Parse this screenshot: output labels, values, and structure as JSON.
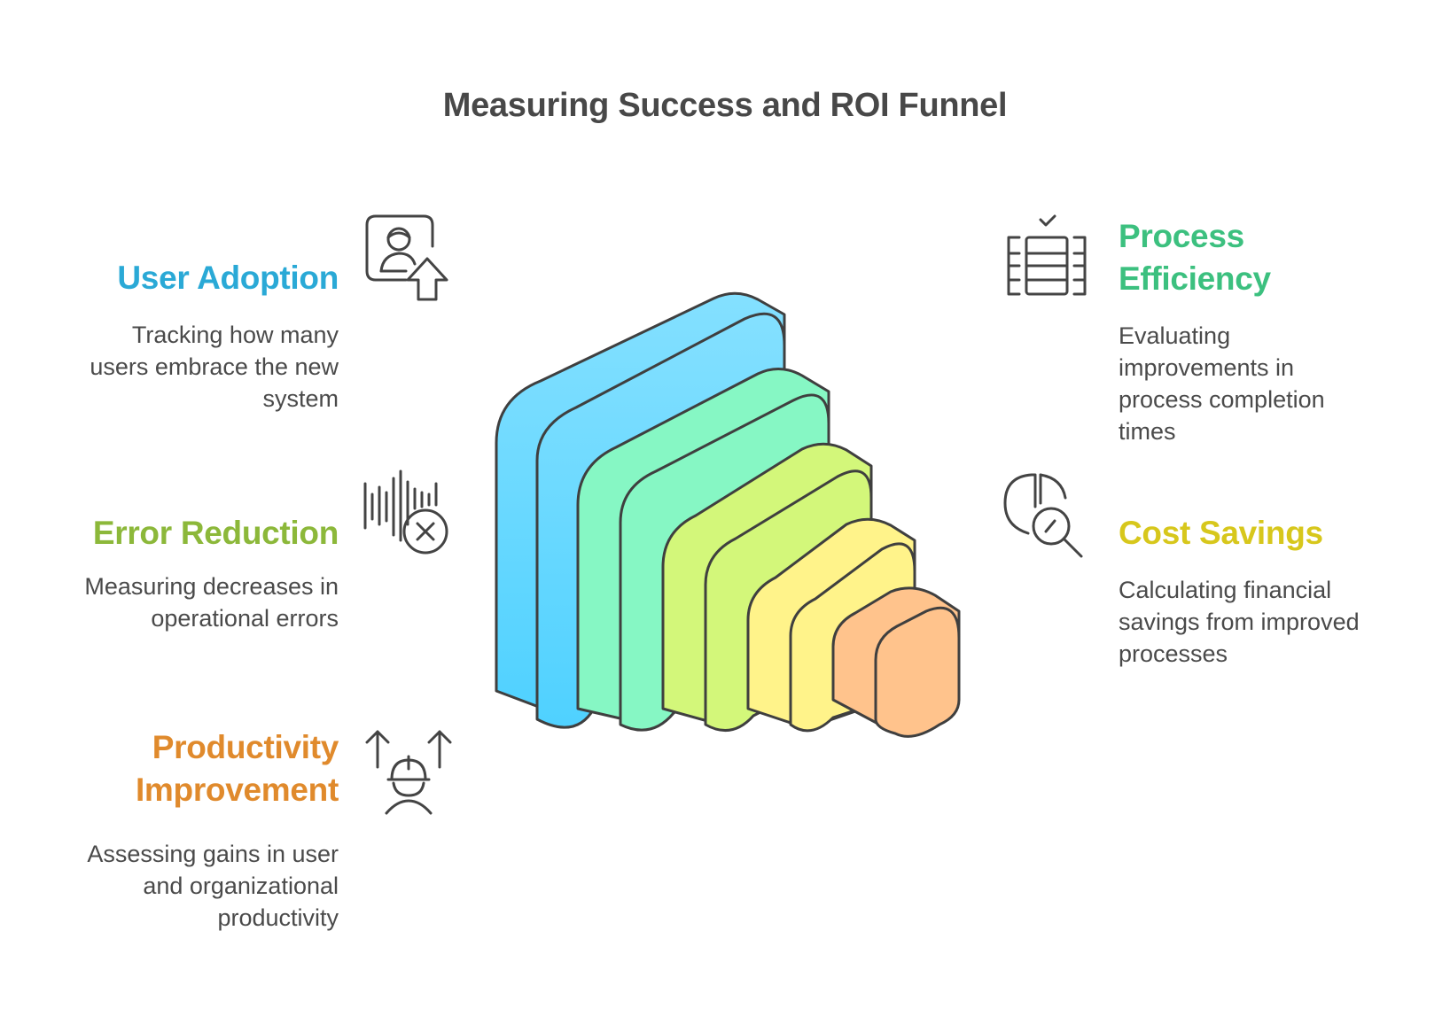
{
  "title": "Measuring Success and ROI Funnel",
  "stages": [
    {
      "heading": "User Adoption",
      "description": "Tracking how many users embrace the new system",
      "color": "#2aa9d6",
      "fill": "#7edcff",
      "icon": "user-upload-icon"
    },
    {
      "heading": "Process Efficiency",
      "description": "Evaluating improvements in process completion times",
      "color": "#3cc07f",
      "fill": "#86f7c4",
      "icon": "process-checklist-icon"
    },
    {
      "heading": "Error Reduction",
      "description": "Measuring decreases in operational errors",
      "color": "#8cb83a",
      "fill": "#d3f77a",
      "icon": "error-signal-icon"
    },
    {
      "heading": "Cost Savings",
      "description": "Calculating financial savings from improved processes",
      "color": "#d7c71c",
      "fill": "#fff38a",
      "icon": "chart-search-icon"
    },
    {
      "heading": "Productivity Improvement",
      "description": "Assessing gains in user and organizational productivity",
      "color": "#e08a2c",
      "fill": "#ffc38c",
      "icon": "worker-growth-icon"
    }
  ]
}
